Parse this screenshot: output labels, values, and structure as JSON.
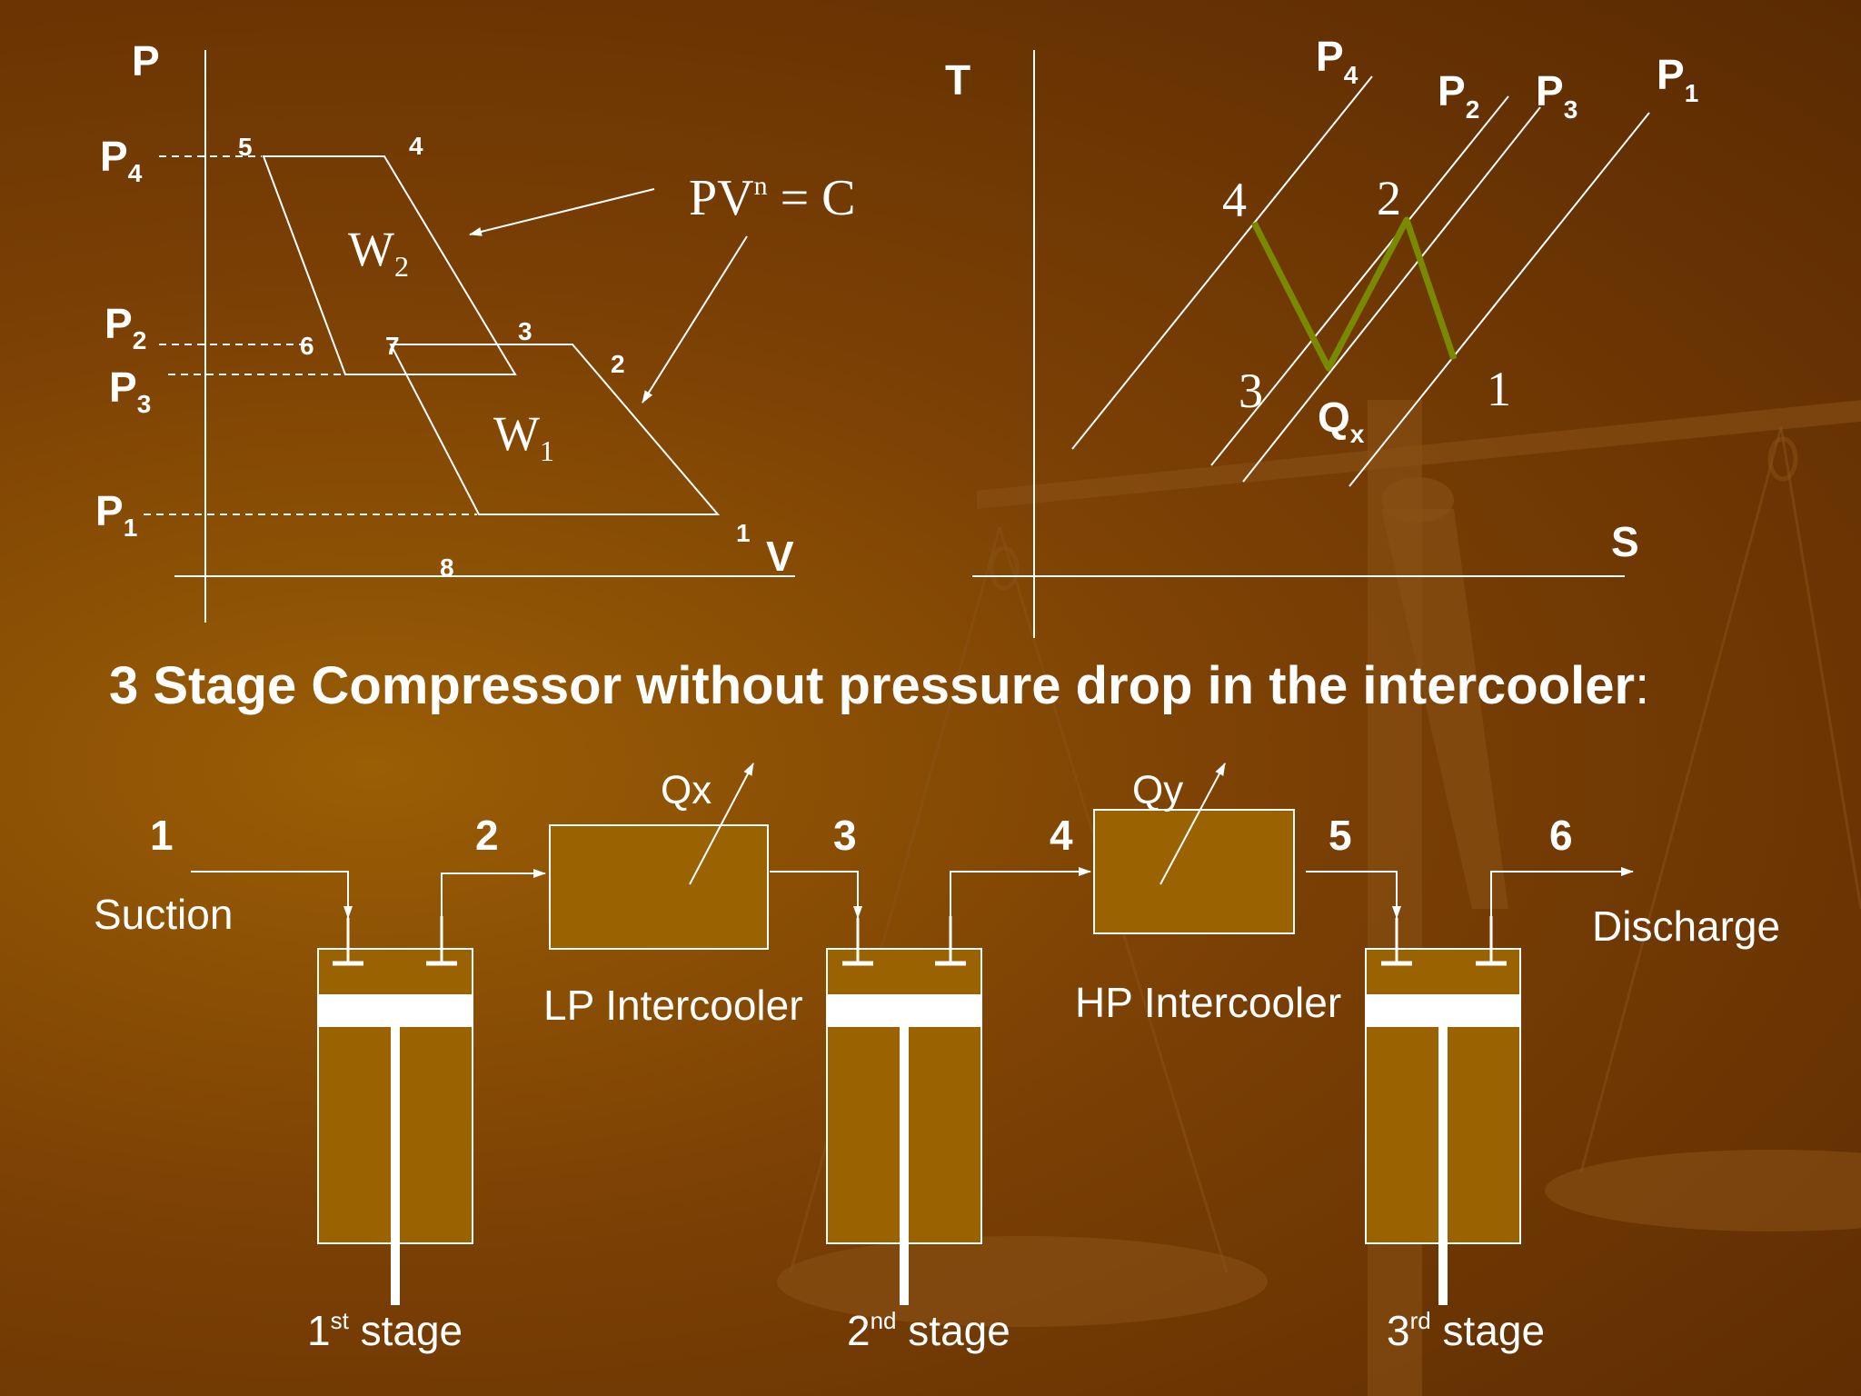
{
  "pv_diagram": {
    "axis_p": "P",
    "axis_v": "V",
    "p4": "P",
    "p4_sub": "4",
    "p2": "P",
    "p2_sub": "2",
    "p3": "P",
    "p3_sub": "3",
    "p1": "P",
    "p1_sub": "1",
    "points": [
      "5",
      "4",
      "6",
      "7",
      "3",
      "2",
      "1",
      "8"
    ],
    "w2": "W",
    "w2_sub": "2",
    "w1": "W",
    "w1_sub": "1",
    "equation": "PV",
    "equation_exp": "n",
    "equation_rhs": " = C"
  },
  "ts_diagram": {
    "axis_t": "T",
    "axis_s": "S",
    "isobars": [
      {
        "label": "P",
        "sub": "4"
      },
      {
        "label": "P",
        "sub": "2"
      },
      {
        "label": "P",
        "sub": "3"
      },
      {
        "label": "P",
        "sub": "1"
      }
    ],
    "points": [
      "4",
      "2",
      "3",
      "1"
    ],
    "qx": "Q",
    "qx_sub": "x",
    "path_color": "#7a8a00"
  },
  "title": "3 Stage Compressor without pressure drop in the intercooler",
  "title_colon": ":",
  "schematic": {
    "state_numbers": [
      "1",
      "2",
      "3",
      "4",
      "5",
      "6"
    ],
    "suction": "Suction",
    "discharge": "Discharge",
    "lp_intercooler": "LP Intercooler",
    "hp_intercooler": "HP Intercooler",
    "qx": "Qx",
    "qy": "Qy",
    "stage1": "1",
    "stage1_sup": "st",
    "stage1_word": " stage",
    "stage2": "2",
    "stage2_sup": "nd",
    "stage2_word": " stage",
    "stage3": "3",
    "stage3_sup": "rd",
    "stage3_word": " stage"
  },
  "colors": {
    "background": "#7a3f04",
    "cylinder_fill": "#9a6200",
    "line": "#ffffff"
  }
}
